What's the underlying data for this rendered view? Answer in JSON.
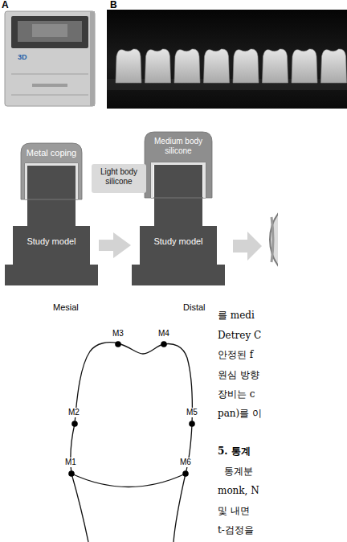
{
  "diagram": {
    "nodes": [
      {
        "text": [
          "Metal coping"
        ]
      },
      {
        "text": [
          "Study model"
        ]
      },
      {
        "text": [
          "Light body silicone"
        ]
      },
      {
        "text": [
          "Medium body silicone"
        ]
      },
      {
        "text": [
          "Study model"
        ]
      }
    ],
    "edges": [
      {
        "from": 1,
        "to": 4,
        "arrow": "to"
      }
    ],
    "labels": [
      "A",
      "B",
      "3D",
      "Mesial",
      "Distal",
      "M3",
      "M4",
      "M2",
      "M5",
      "M1",
      "M6",
      "를 medi",
      "Detrey C",
      "안정된 f",
      "원심 방향",
      "장비는 c",
      "pan)를 이",
      "5. 통계",
      "통계분",
      "monk, N",
      "및 내면",
      "t-검정을"
    ]
  }
}
